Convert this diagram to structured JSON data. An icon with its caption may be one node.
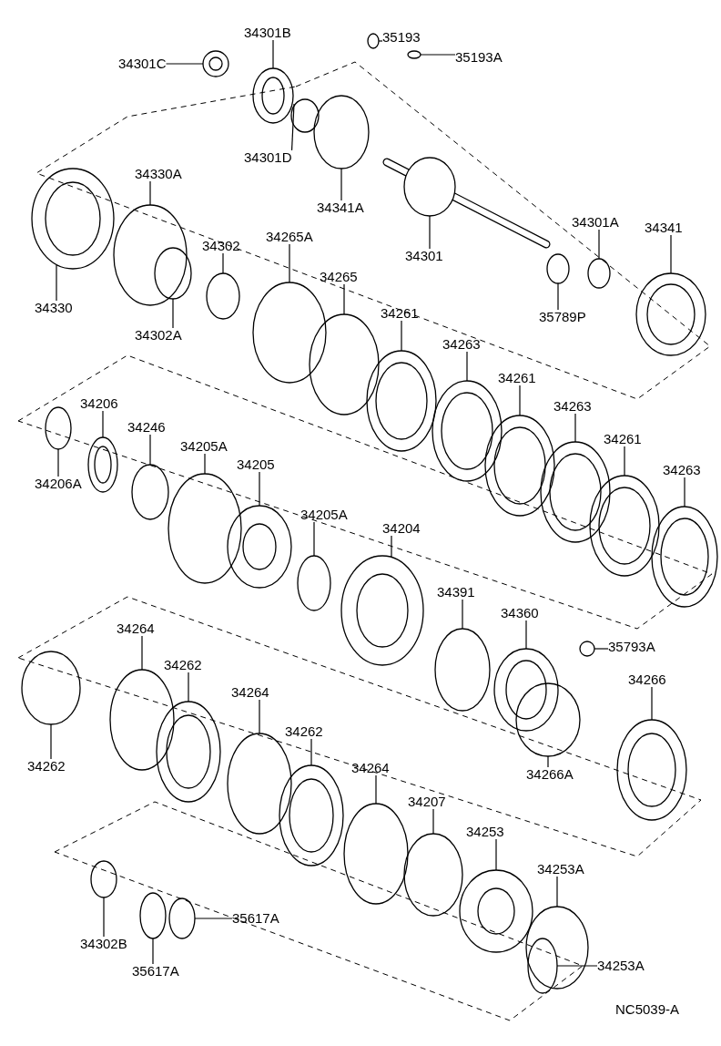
{
  "diagram": {
    "nodes": [
      {
        "text": [
          "34301B"
        ]
      },
      {
        "text": [
          "34301C"
        ]
      },
      {
        "text": [
          "35193"
        ]
      },
      {
        "text": [
          "35193A"
        ]
      },
      {
        "text": [
          "34301D"
        ]
      },
      {
        "text": [
          "34341A"
        ]
      },
      {
        "text": [
          "34330A"
        ]
      },
      {
        "text": [
          "34302"
        ]
      },
      {
        "text": [
          "34265A"
        ]
      },
      {
        "text": [
          "34301"
        ]
      },
      {
        "text": [
          "34301A"
        ]
      },
      {
        "text": [
          "34341"
        ]
      },
      {
        "text": [
          "34330"
        ]
      },
      {
        "text": [
          "34302A"
        ]
      },
      {
        "text": [
          "34265"
        ]
      },
      {
        "text": [
          "34261"
        ]
      },
      {
        "text": [
          "35789P"
        ]
      },
      {
        "text": [
          "34263"
        ]
      },
      {
        "text": [
          "34206"
        ]
      },
      {
        "text": [
          "34261"
        ]
      },
      {
        "text": [
          "34246"
        ]
      },
      {
        "text": [
          "34263"
        ]
      },
      {
        "text": [
          "34205A"
        ]
      },
      {
        "text": [
          "34261"
        ]
      },
      {
        "text": [
          "34205"
        ]
      },
      {
        "text": [
          "34263"
        ]
      },
      {
        "text": [
          "34206A"
        ]
      },
      {
        "text": [
          "34205A"
        ]
      },
      {
        "text": [
          "34204"
        ]
      },
      {
        "text": [
          "34391"
        ]
      },
      {
        "text": [
          "34360"
        ]
      },
      {
        "text": [
          "35793A"
        ]
      },
      {
        "text": [
          "34264"
        ]
      },
      {
        "text": [
          "34266"
        ]
      },
      {
        "text": [
          "34262"
        ]
      },
      {
        "text": [
          "34264"
        ]
      },
      {
        "text": [
          "34262"
        ]
      },
      {
        "text": [
          "34262"
        ]
      },
      {
        "text": [
          "34266A"
        ]
      },
      {
        "text": [
          "34264"
        ]
      },
      {
        "text": [
          "34207"
        ]
      },
      {
        "text": [
          "34253"
        ]
      },
      {
        "text": [
          "34253A"
        ]
      },
      {
        "text": [
          "34302B"
        ]
      },
      {
        "text": [
          "35617A"
        ]
      },
      {
        "text": [
          "34253A"
        ]
      },
      {
        "text": [
          "35617A"
        ]
      },
      {
        "text": [],
        "shape": "picture"
      },
      {
        "text": [],
        "shape": "picture"
      },
      {
        "text": [],
        "shape": "circle"
      },
      {
        "text": [],
        "shape": "circle"
      },
      {
        "text": [],
        "shape": "circle"
      },
      {
        "text": [],
        "shape": "circle"
      },
      {
        "text": [],
        "shape": "circle"
      },
      {
        "text": [],
        "shape": "circle"
      },
      {
        "text": [],
        "shape": "circle"
      },
      {
        "text": [],
        "shape": "picture"
      },
      {
        "text": [],
        "shape": "circle"
      },
      {
        "text": [],
        "shape": "picture"
      },
      {
        "text": [],
        "shape": "picture"
      },
      {
        "text": [],
        "shape": "circle"
      },
      {
        "text": [],
        "shape": "circle"
      },
      {
        "text": [],
        "shape": "picture"
      },
      {
        "text": [],
        "shape": "circle"
      },
      {
        "text": [],
        "shape": "picture"
      },
      {
        "text": [],
        "shape": "picture"
      },
      {
        "text": [],
        "shape": "picture"
      },
      {
        "text": [],
        "shape": "circle"
      },
      {
        "text": [],
        "shape": "picture"
      },
      {
        "text": [],
        "shape": "circle"
      },
      {
        "text": [],
        "shape": "picture"
      },
      {
        "text": [],
        "shape": "picture"
      },
      {
        "text": [],
        "shape": "picture"
      },
      {
        "text": [],
        "shape": "circle"
      },
      {
        "text": [],
        "shape": "circle"
      },
      {
        "text": [],
        "shape": "picture"
      },
      {
        "text": [],
        "shape": "circle"
      },
      {
        "text": [],
        "shape": "picture"
      },
      {
        "text": [],
        "shape": "circle"
      },
      {
        "text": [],
        "shape": "circle"
      },
      {
        "text": [],
        "shape": "picture"
      },
      {
        "text": [],
        "shape": "picture"
      },
      {
        "text": [],
        "shape": "circle"
      },
      {
        "text": [],
        "shape": "picture"
      },
      {
        "text": [],
        "shape": "circle"
      },
      {
        "text": [],
        "shape": "circle"
      },
      {
        "text": [],
        "shape": "circle"
      },
      {
        "text": [],
        "shape": "circle"
      },
      {
        "text": [],
        "shape": "picture"
      },
      {
        "text": [],
        "shape": "circle"
      },
      {
        "text": [],
        "shape": "circle"
      },
      {
        "text": [],
        "shape": "circle"
      },
      {
        "text": [],
        "shape": "circle"
      },
      {
        "text": [],
        "shape": "circle"
      }
    ],
    "edges": [
      {
        "from": 0,
        "to": 47,
        "arrow": "none"
      },
      {
        "from": 1,
        "to": 48,
        "arrow": "none"
      },
      {
        "from": 2,
        "to": 49,
        "arrow": "none"
      },
      {
        "from": 3,
        "to": 50,
        "arrow": "none"
      },
      {
        "from": 4,
        "to": 51,
        "arrow": "none"
      },
      {
        "from": 5,
        "to": 52,
        "arrow": "none"
      },
      {
        "from": 6,
        "to": 53,
        "arrow": "none"
      },
      {
        "from": 7,
        "to": 54,
        "arrow": "none"
      },
      {
        "from": 8,
        "to": 55,
        "arrow": "none"
      },
      {
        "from": 9,
        "to": 56,
        "arrow": "none"
      },
      {
        "from": 10,
        "to": 57,
        "arrow": "none"
      },
      {
        "from": 11,
        "to": 58,
        "arrow": "none"
      },
      {
        "from": 12,
        "to": 59,
        "arrow": "none"
      },
      {
        "from": 13,
        "to": 60,
        "arrow": "none"
      },
      {
        "from": 14,
        "to": 61,
        "arrow": "none"
      },
      {
        "from": 15,
        "to": 62,
        "arrow": "none"
      },
      {
        "from": 16,
        "to": 63,
        "arrow": "none"
      },
      {
        "from": 17,
        "to": 64,
        "arrow": "none"
      },
      {
        "from": 18,
        "to": 65,
        "arrow": "none"
      },
      {
        "from": 19,
        "to": 66,
        "arrow": "none"
      },
      {
        "from": 20,
        "to": 67,
        "arrow": "none"
      },
      {
        "from": 21,
        "to": 68,
        "arrow": "none"
      },
      {
        "from": 22,
        "to": 69,
        "arrow": "none"
      },
      {
        "from": 23,
        "to": 70,
        "arrow": "none"
      },
      {
        "from": 24,
        "to": 71,
        "arrow": "none"
      },
      {
        "from": 25,
        "to": 72,
        "arrow": "none"
      },
      {
        "from": 26,
        "to": 73,
        "arrow": "none"
      },
      {
        "from": 27,
        "to": 74,
        "arrow": "none"
      },
      {
        "from": 28,
        "to": 75,
        "arrow": "none"
      },
      {
        "from": 29,
        "to": 76,
        "arrow": "none"
      },
      {
        "from": 30,
        "to": 77,
        "arrow": "none"
      },
      {
        "from": 31,
        "to": 78,
        "arrow": "none"
      },
      {
        "from": 32,
        "to": 79,
        "arrow": "none"
      },
      {
        "from": 33,
        "to": 80,
        "arrow": "none"
      },
      {
        "from": 34,
        "to": 81,
        "arrow": "none"
      },
      {
        "from": 35,
        "to": 82,
        "arrow": "none"
      },
      {
        "from": 36,
        "to": 83,
        "arrow": "none"
      },
      {
        "from": 37,
        "to": 84,
        "arrow": "none"
      },
      {
        "from": 38,
        "to": 85,
        "arrow": "none"
      },
      {
        "from": 39,
        "to": 86,
        "arrow": "none"
      },
      {
        "from": 40,
        "to": 87,
        "arrow": "none"
      },
      {
        "from": 41,
        "to": 88,
        "arrow": "none"
      },
      {
        "from": 42,
        "to": 89,
        "arrow": "none"
      },
      {
        "from": 43,
        "to": 90,
        "arrow": "none"
      },
      {
        "from": 44,
        "to": 91,
        "arrow": "none"
      },
      {
        "from": 45,
        "to": 92,
        "arrow": "none"
      },
      {
        "from": 46,
        "to": 93,
        "arrow": "none"
      }
    ],
    "labels": [
      "NC5039-A"
    ]
  }
}
